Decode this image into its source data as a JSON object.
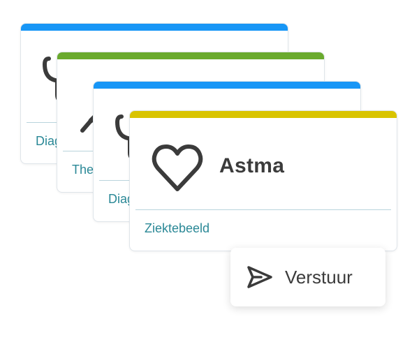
{
  "cards": [
    {
      "category": "Diagnose",
      "accent": "#1796f6",
      "icon": "stethoscope-icon"
    },
    {
      "category": "Therapie",
      "accent": "#6aaa2e",
      "icon": "pen-icon"
    },
    {
      "category": "Diagnose",
      "accent": "#1796f6",
      "icon": "stethoscope-icon"
    },
    {
      "category": "Ziektebeeld",
      "title": "Astma",
      "accent": "#d9c400",
      "icon": "heart-icon"
    }
  ],
  "send_button": {
    "label": "Verstuur",
    "icon": "send-icon"
  },
  "colors": {
    "text": "#3b3b3b",
    "category": "#2a8896",
    "divider": "#b9d4dc"
  }
}
